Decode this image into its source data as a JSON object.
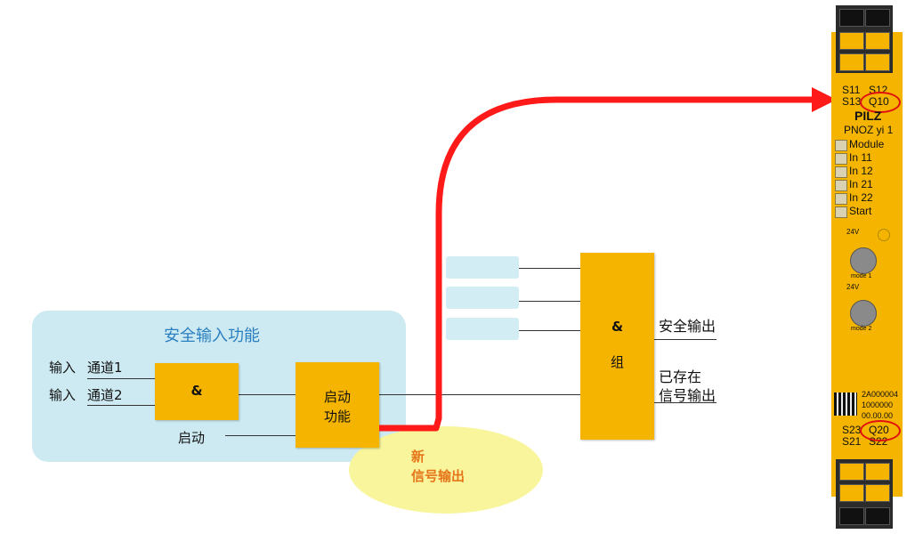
{
  "diagram": {
    "panel_title": "安全输入功能",
    "inputs": {
      "in1_label": "输入",
      "ch1_label": "通道1",
      "in2_label": "输入",
      "ch2_label": "通道2",
      "start_label": "启动"
    },
    "and_box_label": "&",
    "start_func_box": {
      "line1": "启动",
      "line2": "功能"
    },
    "group_box": {
      "line1": "&",
      "line2": "组"
    },
    "outputs": {
      "safe_output": "安全输出",
      "existing_line1": "已存在",
      "existing_line2": "信号输出"
    },
    "new_signal": {
      "line1": "新",
      "line2": "信号输出"
    },
    "colors": {
      "accent_orange": "#f4b400",
      "arrow_red": "#ff1a1a",
      "panel_blue": "#cdeaf2",
      "highlight_yellow": "#f9f59c",
      "title_blue": "#2a7fc0"
    }
  },
  "module": {
    "top_terminals": [
      "S11",
      "S12",
      "S13",
      "Q10"
    ],
    "brand": "PILZ",
    "model": "PNOZ yi 1",
    "leds": [
      "Module",
      "In 11",
      "In 12",
      "In 21",
      "In 22",
      "Start"
    ],
    "dial1": {
      "top": "24V",
      "label": "mode 1"
    },
    "dial2": {
      "top": "24V",
      "label": "mode 2"
    },
    "serial": [
      "2A000004",
      "1000000",
      "00.00.00"
    ],
    "bottom_terminals": [
      "S23",
      "Q20",
      "S21",
      "S22"
    ]
  }
}
